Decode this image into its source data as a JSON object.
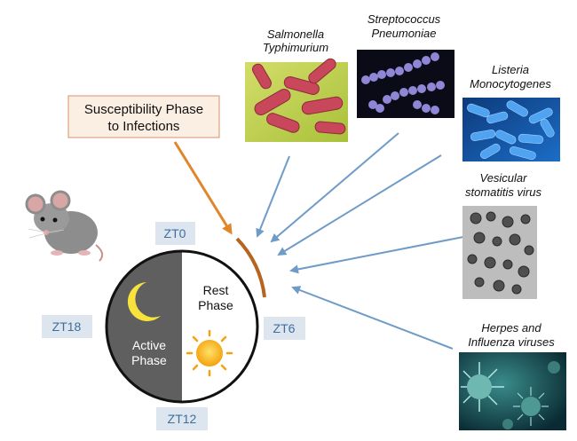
{
  "callout": {
    "line1": "Susceptibility Phase",
    "line2": "to Infections"
  },
  "clock": {
    "rest_line1": "Rest",
    "rest_line2": "Phase",
    "active_line1": "Active",
    "active_line2": "Phase",
    "zt0": "ZT0",
    "zt6": "ZT6",
    "zt12": "ZT12",
    "zt18": "ZT18"
  },
  "pathogens": {
    "salmonella": {
      "line1": "Salmonella",
      "line2": "Typhimurium"
    },
    "streptococcus": {
      "line1": "Streptococcus",
      "line2": "Pneumoniae"
    },
    "listeria": {
      "line1": "Listeria",
      "line2": "Monocytogenes"
    },
    "vsv": {
      "line1": "Vesicular",
      "line2": "stomatitis virus"
    },
    "herpes": {
      "line1": "Herpes and",
      "line2": "Influenza viruses"
    }
  },
  "colors": {
    "callout_border": "#d9926b",
    "callout_fill": "#fbeee3",
    "orange_arrow": "#e0862b",
    "blue_arrow": "#6f9bc7",
    "zt_box": "#dde6ee",
    "zt_text": "#3d6e9f",
    "dark_half": "#5f5f5f",
    "arc": "#b5651d"
  },
  "icons": {
    "moon": "moon-icon",
    "sun": "sun-icon",
    "mouse": "mouse-icon"
  }
}
